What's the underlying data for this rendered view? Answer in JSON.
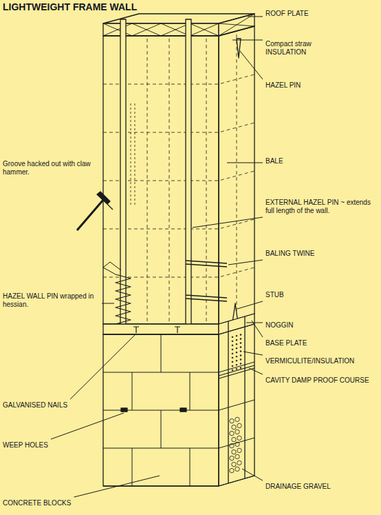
{
  "diagram": {
    "title": "LIGHTWEIGHT FRAME WALL",
    "labels": [
      "ROOF PLATE",
      "Compact straw INSULATION",
      "HAZEL PIN",
      "Groove hacked out with claw hammer.",
      "BALE",
      "EXTERNAL HAZEL PIN ~ extends full length of the wall.",
      "BALING TWINE",
      "STUB",
      "HAZEL WALL PIN wrapped in hessian.",
      "NOGGIN",
      "BASE PLATE",
      "VERMICULITE/INSULATION",
      "GALVANISED NAILS",
      "CAVITY DAMP PROOF COURSE",
      "WEEP HOLES",
      "DRAINAGE GRAVEL",
      "CONCRETE BLOCKS"
    ]
  }
}
